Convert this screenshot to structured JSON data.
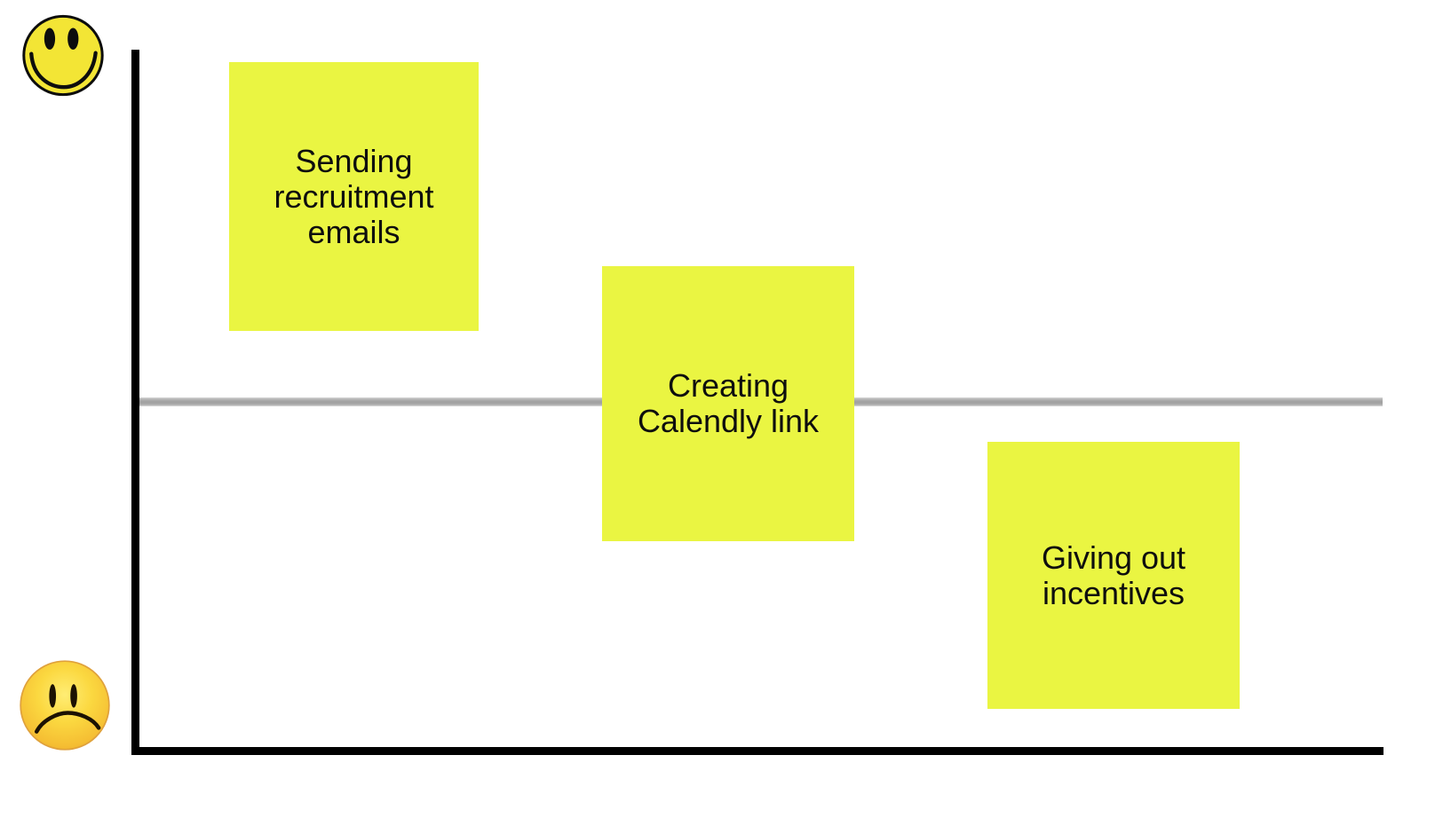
{
  "board": {
    "background": "#ffffff"
  },
  "icons": {
    "top_left": "happy-face",
    "bottom_left": "sad-face"
  },
  "colors": {
    "sticky_note": "#EAF542",
    "axis": "#000000",
    "midline": "#A8A8A8",
    "happy_face_fill": "#F3E535",
    "sad_face_fill": "#FBD23B"
  },
  "notes": [
    {
      "text": "Sending\nrecruitment\nemails"
    },
    {
      "text": "Creating\nCalendly link"
    },
    {
      "text": "Giving out\nincentives"
    }
  ]
}
